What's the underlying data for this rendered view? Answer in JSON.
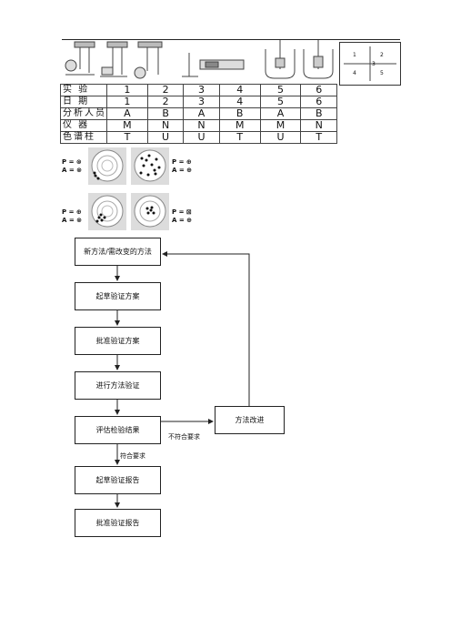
{
  "header_diagram": {
    "instruments": [
      "stand-dissolution-1",
      "stand-dissolution-2",
      "stand-dissolution-3",
      "probe-sampler",
      "vessel-5",
      "vessel-6"
    ],
    "position_grid": [
      "1",
      "2",
      "3",
      "4",
      "5"
    ]
  },
  "table": {
    "rows": [
      {
        "label": "实 验",
        "values": [
          "1",
          "2",
          "3",
          "4",
          "5",
          "6"
        ]
      },
      {
        "label": "日 期",
        "values": [
          "1",
          "2",
          "3",
          "4",
          "5",
          "6"
        ]
      },
      {
        "label": "分析人员",
        "values": [
          "A",
          "B",
          "A",
          "B",
          "A",
          "B"
        ]
      },
      {
        "label": "仪 器",
        "values": [
          "M",
          "N",
          "N",
          "M",
          "M",
          "N"
        ]
      },
      {
        "label": "色谱柱",
        "values": [
          "T",
          "U",
          "U",
          "T",
          "U",
          "T"
        ]
      }
    ]
  },
  "dishes": [
    {
      "p_label": "P = ⊗",
      "a_label": "A = ⊗"
    },
    {
      "p_label": "P = ⊕",
      "a_label": "A = ⊕"
    },
    {
      "p_label": "P = ⊕",
      "a_label": "A = ⊗"
    },
    {
      "p_label": "P = ⊠",
      "a_label": "A = ⊕"
    }
  ],
  "flowchart": {
    "steps": [
      "新方法/需改变的方法",
      "起草验证方案",
      "批准验证方案",
      "进行方法验证",
      "评估检验结果",
      "起草验证报告",
      "批准验证报告"
    ],
    "improve": "方法改进",
    "fail_label": "不符合要求",
    "pass_label": "符合要求"
  }
}
